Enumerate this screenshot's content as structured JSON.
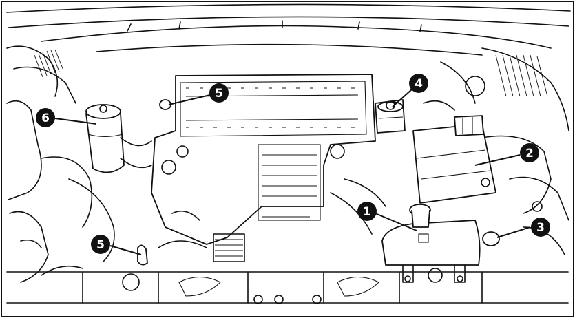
{
  "callouts": [
    {
      "id": "c1",
      "label": "1"
    },
    {
      "id": "c2",
      "label": "2"
    },
    {
      "id": "c3",
      "label": "3"
    },
    {
      "id": "c4",
      "label": "4"
    },
    {
      "id": "c5a",
      "label": "5"
    },
    {
      "id": "c5b",
      "label": "5"
    },
    {
      "id": "c6",
      "label": "6"
    }
  ],
  "colors": {
    "line": "#111111",
    "background": "#ffffff"
  }
}
